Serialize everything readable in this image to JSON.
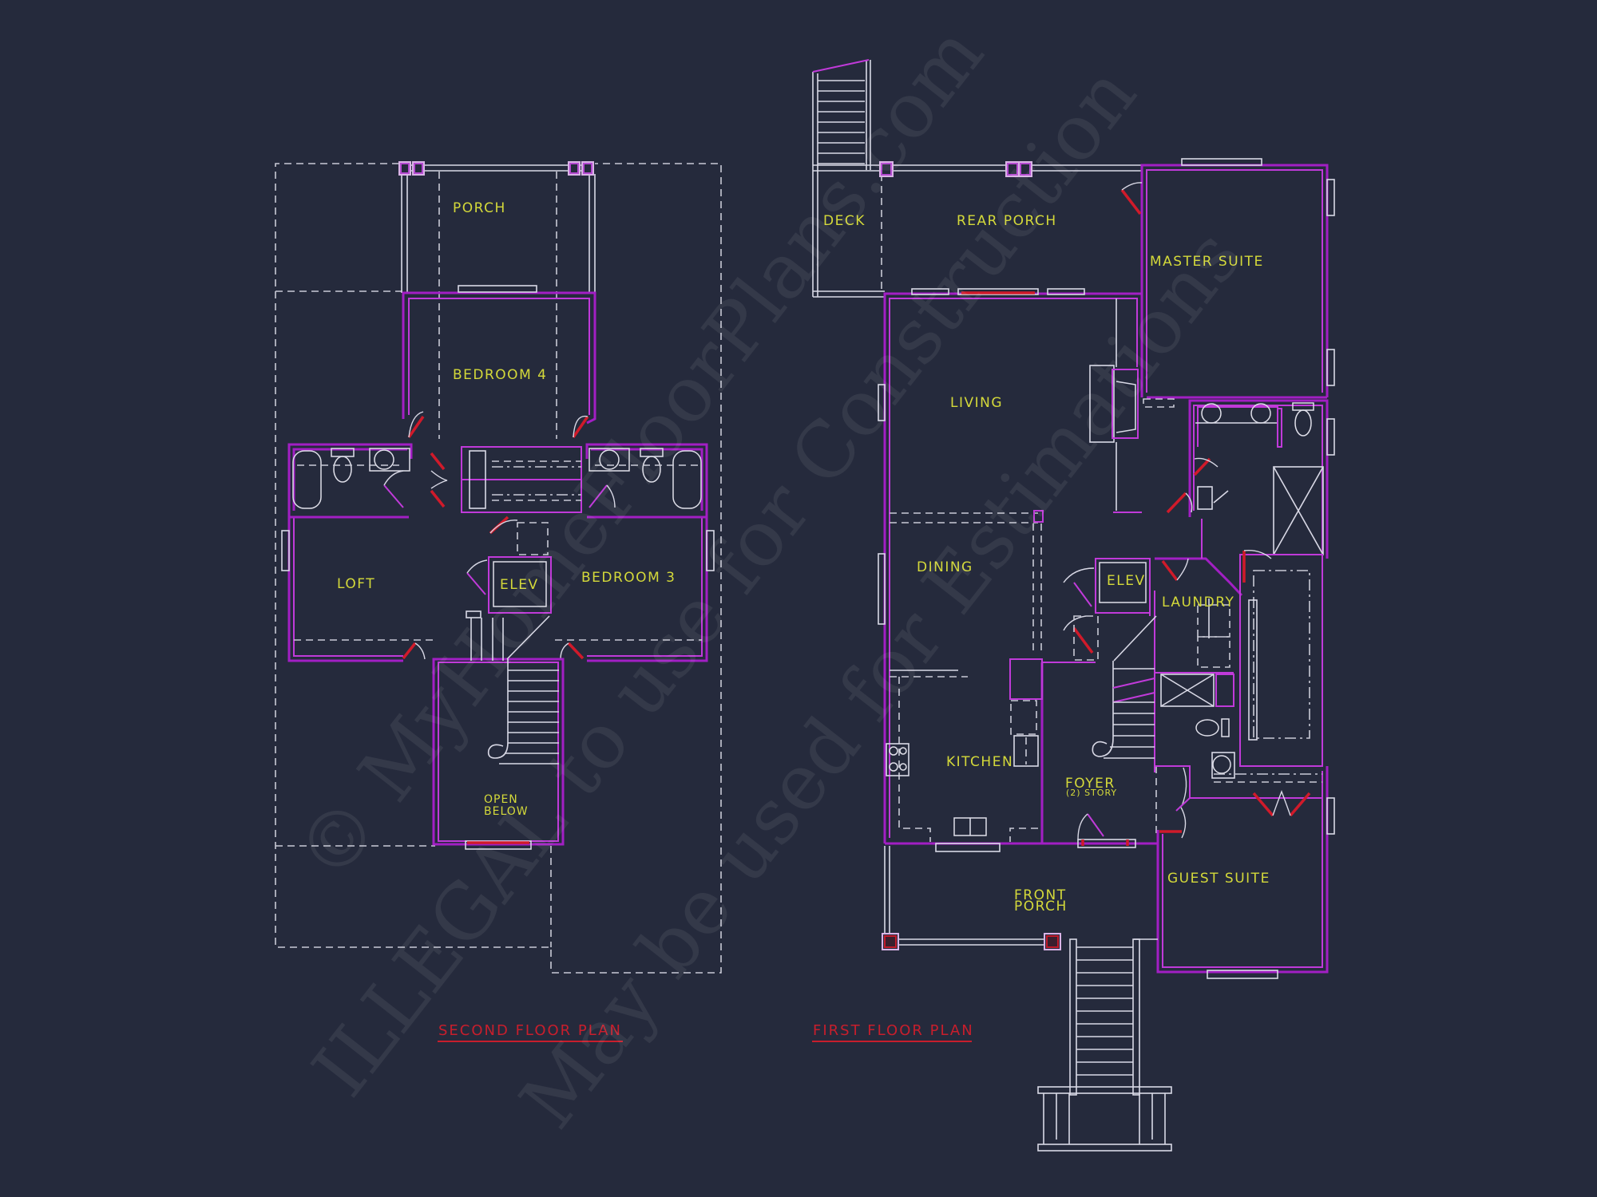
{
  "drawing": {
    "background_color": "#252a3c",
    "wall_color": "#a21fc4",
    "label_color": "#d4d93a",
    "title_color": "#c81e2c",
    "door_color": "#d01a2a"
  },
  "watermark": {
    "line1": "© MyHomeFloorPlans.com",
    "line2": "ILLEGAL to use for Construction",
    "line3": "May be used for Estimations"
  },
  "second_floor": {
    "title": "SECOND FLOOR PLAN",
    "rooms": {
      "porch": "PORCH",
      "bedroom4": "BEDROOM 4",
      "loft": "LOFT",
      "elev": "ELEV",
      "bedroom3": "BEDROOM 3",
      "open_below_1": "OPEN",
      "open_below_2": "BELOW"
    }
  },
  "first_floor": {
    "title": "FIRST FLOOR PLAN",
    "rooms": {
      "deck": "DECK",
      "rear_porch": "REAR PORCH",
      "master_suite": "MASTER SUITE",
      "living": "LIVING",
      "dining": "DINING",
      "elev": "ELEV",
      "laundry": "LAUNDRY",
      "kitchen": "KITCHEN",
      "foyer": "FOYER",
      "foyer_note": "(2) STORY",
      "front_porch_1": "FRONT",
      "front_porch_2": "PORCH",
      "guest_suite": "GUEST SUITE"
    }
  }
}
